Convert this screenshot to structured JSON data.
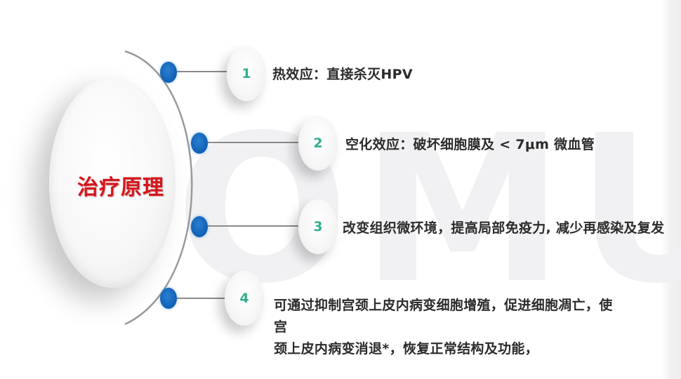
{
  "watermark": "OMU",
  "center": {
    "title": "治疗原理"
  },
  "colors": {
    "title_red": "#d4161c",
    "dot_blue": "#0f5fb4",
    "number_teal": "#2fae8f",
    "text_dark": "#2b2b2b",
    "connector_gray": "#8a8a8a"
  },
  "items": [
    {
      "number": "1",
      "text": "热效应：直接杀灭HPV"
    },
    {
      "number": "2",
      "text": "空化效应：破坏细胞膜及 < 7μm 微血管"
    },
    {
      "number": "3",
      "text": "改变组织微环境，提高局部免疫力, 减少再感染及复发"
    },
    {
      "number": "4",
      "text": "可通过抑制宫颈上皮内病变细胞增殖，促进细胞凋亡，使宫颈上皮内病变消退*，恢复正常结构及功能，",
      "lines": [
        "可通过抑制宫颈上皮内病变细胞增殖，促进细胞凋亡，使宫",
        "颈上皮内病变消退*，恢复正常结构及功能，"
      ]
    }
  ]
}
